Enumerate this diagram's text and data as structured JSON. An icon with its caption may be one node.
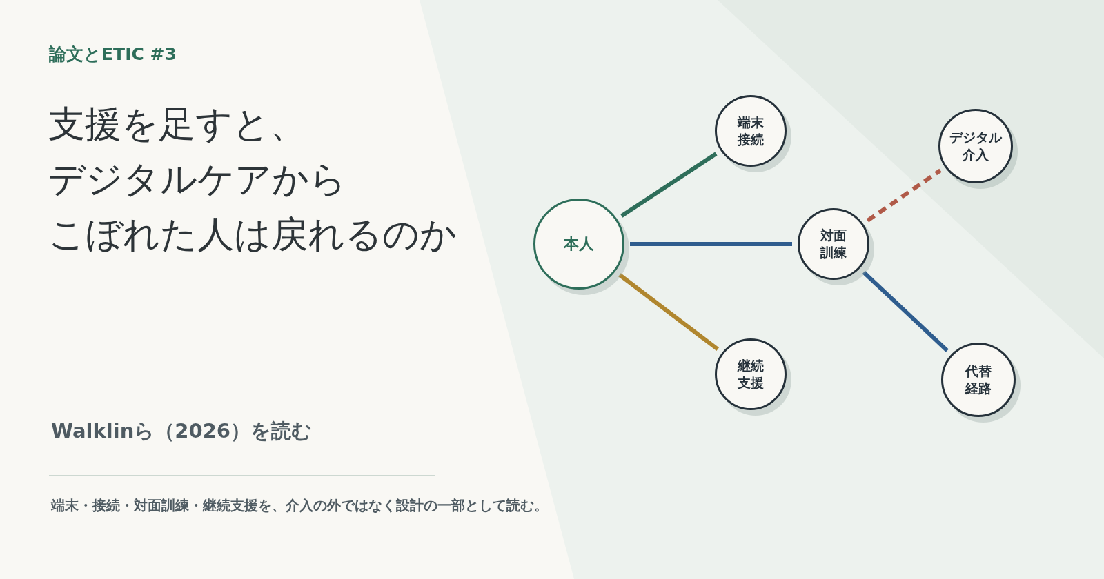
{
  "diagram": {
    "title": "支援を足すと、デジタルケアからこぼれた人は戻れるのか",
    "caption": "端末・接続・対面訓練・継続支援を、介入の外ではなく設計の一部として読む。",
    "nodes": [
      {
        "text": [
          "本人"
        ]
      },
      {
        "text": [
          "端末接続"
        ]
      },
      {
        "text": [
          "デジタル介入"
        ]
      },
      {
        "text": [
          "対面訓練"
        ]
      },
      {
        "text": [
          "継続支援"
        ]
      },
      {
        "text": [
          "代替経路"
        ]
      }
    ],
    "edges": [
      {
        "from": 0,
        "to": 1,
        "arrow": "none",
        "color": "#2e6e5a"
      },
      {
        "from": 0,
        "to": 3,
        "arrow": "none",
        "color": "#2f5d8e"
      },
      {
        "from": 0,
        "to": 4,
        "arrow": "none",
        "color": "#b0862e"
      },
      {
        "from": 3,
        "to": 2,
        "arrow": "none",
        "style": "dashed",
        "color": "#b05a48"
      },
      {
        "from": 3,
        "to": 5,
        "arrow": "none",
        "color": "#2f5d8e"
      }
    ],
    "labels": [
      "論文とETIC #3",
      "Walklinら（2026）を読む"
    ]
  }
}
